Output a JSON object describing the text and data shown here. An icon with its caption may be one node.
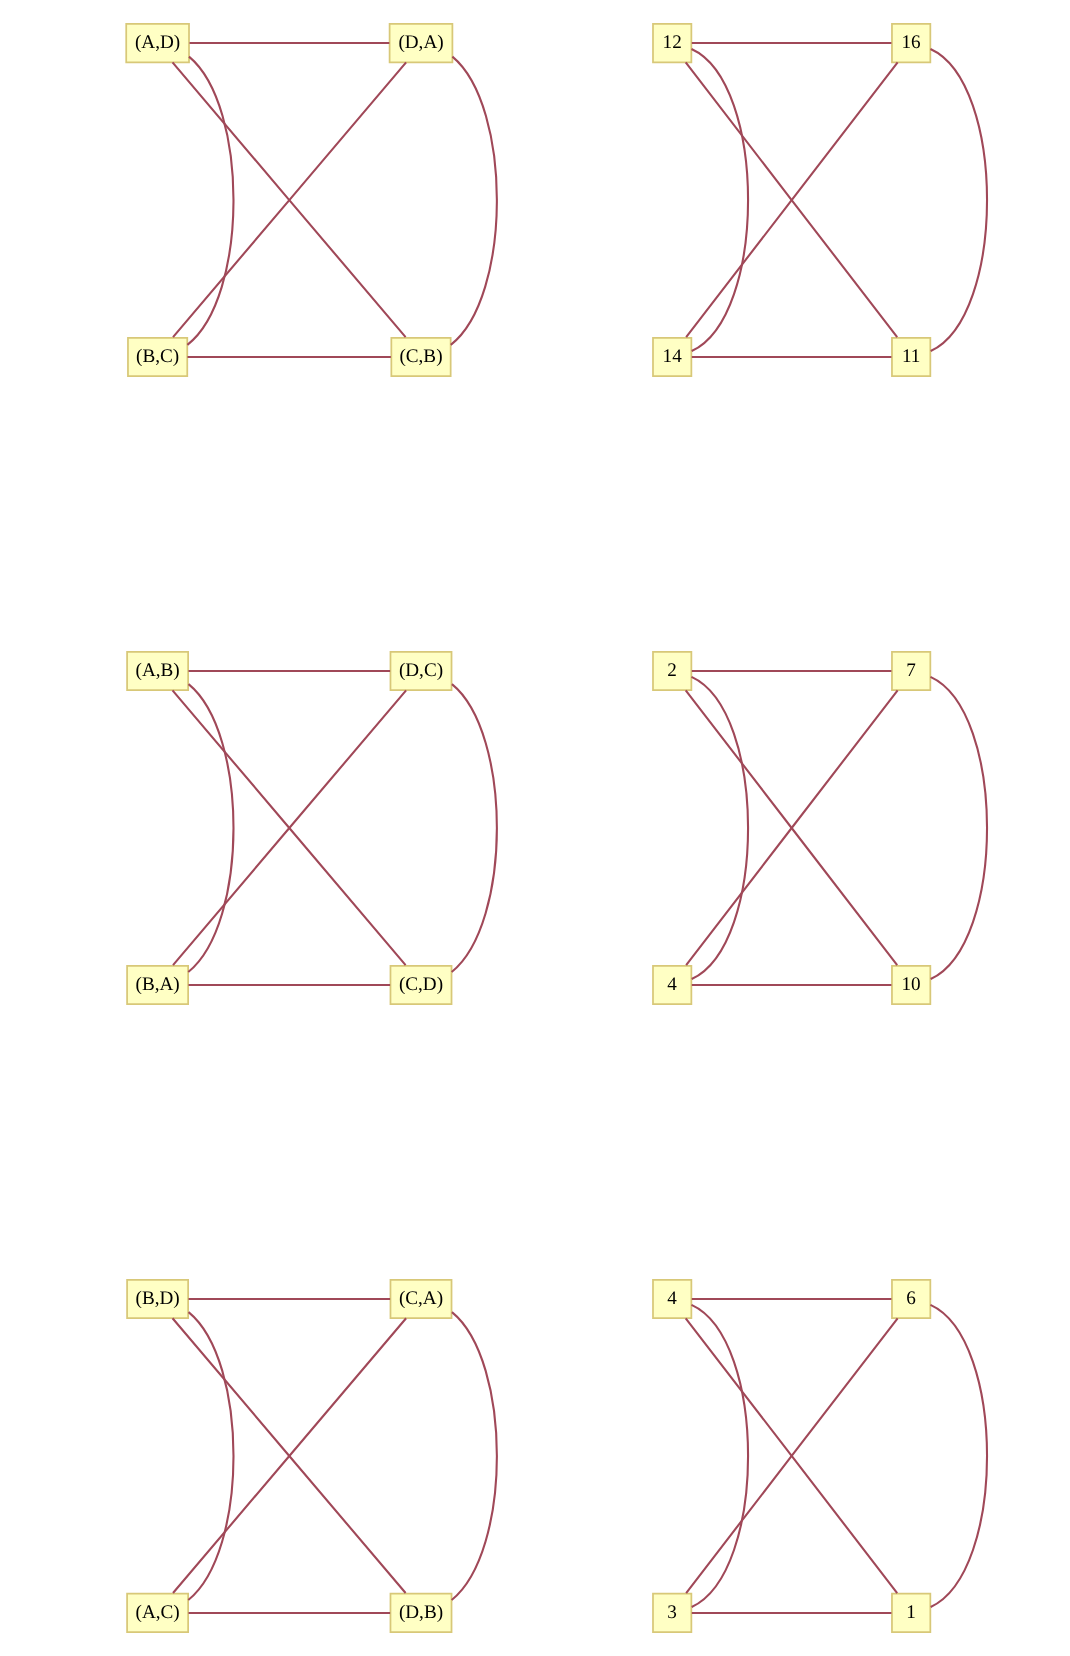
{
  "diagram": {
    "nodes": [
      {
        "text": [
          "(A,D)"
        ]
      },
      {
        "text": [
          "(D,A)"
        ]
      },
      {
        "text": [
          "(B,C)"
        ]
      },
      {
        "text": [
          "(C,B)"
        ]
      },
      {
        "text": [
          "12"
        ]
      },
      {
        "text": [
          "16"
        ]
      },
      {
        "text": [
          "14"
        ]
      },
      {
        "text": [
          "11"
        ]
      },
      {
        "text": [
          "(A,B)"
        ]
      },
      {
        "text": [
          "(D,C)"
        ]
      },
      {
        "text": [
          "(B,A)"
        ]
      },
      {
        "text": [
          "(C,D)"
        ]
      },
      {
        "text": [
          "2"
        ]
      },
      {
        "text": [
          "7"
        ]
      },
      {
        "text": [
          "4"
        ]
      },
      {
        "text": [
          "10"
        ]
      },
      {
        "text": [
          "(B,D)"
        ]
      },
      {
        "text": [
          "(C,A)"
        ]
      },
      {
        "text": [
          "(A,C)"
        ]
      },
      {
        "text": [
          "(D,B)"
        ]
      },
      {
        "text": [
          "4"
        ]
      },
      {
        "text": [
          "6"
        ]
      },
      {
        "text": [
          "3"
        ]
      },
      {
        "text": [
          "1"
        ]
      }
    ],
    "edges": [
      {
        "from": 0,
        "to": 1,
        "arrow": "none"
      },
      {
        "from": 0,
        "to": 2,
        "arrow": "none"
      },
      {
        "from": 0,
        "to": 3,
        "arrow": "none"
      },
      {
        "from": 1,
        "to": 2,
        "arrow": "none"
      },
      {
        "from": 1,
        "to": 3,
        "arrow": "none"
      },
      {
        "from": 2,
        "to": 3,
        "arrow": "none"
      },
      {
        "from": 4,
        "to": 5,
        "arrow": "none"
      },
      {
        "from": 4,
        "to": 6,
        "arrow": "none"
      },
      {
        "from": 4,
        "to": 7,
        "arrow": "none"
      },
      {
        "from": 5,
        "to": 6,
        "arrow": "none"
      },
      {
        "from": 5,
        "to": 7,
        "arrow": "none"
      },
      {
        "from": 6,
        "to": 7,
        "arrow": "none"
      },
      {
        "from": 8,
        "to": 9,
        "arrow": "none"
      },
      {
        "from": 8,
        "to": 10,
        "arrow": "none"
      },
      {
        "from": 8,
        "to": 11,
        "arrow": "none"
      },
      {
        "from": 9,
        "to": 10,
        "arrow": "none"
      },
      {
        "from": 9,
        "to": 11,
        "arrow": "none"
      },
      {
        "from": 10,
        "to": 11,
        "arrow": "none"
      },
      {
        "from": 12,
        "to": 13,
        "arrow": "none"
      },
      {
        "from": 12,
        "to": 14,
        "arrow": "none"
      },
      {
        "from": 12,
        "to": 15,
        "arrow": "none"
      },
      {
        "from": 13,
        "to": 14,
        "arrow": "none"
      },
      {
        "from": 13,
        "to": 15,
        "arrow": "none"
      },
      {
        "from": 14,
        "to": 15,
        "arrow": "none"
      },
      {
        "from": 16,
        "to": 17,
        "arrow": "none"
      },
      {
        "from": 16,
        "to": 18,
        "arrow": "none"
      },
      {
        "from": 16,
        "to": 19,
        "arrow": "none"
      },
      {
        "from": 17,
        "to": 18,
        "arrow": "none"
      },
      {
        "from": 17,
        "to": 19,
        "arrow": "none"
      },
      {
        "from": 18,
        "to": 19,
        "arrow": "none"
      },
      {
        "from": 20,
        "to": 21,
        "arrow": "none"
      },
      {
        "from": 20,
        "to": 22,
        "arrow": "none"
      },
      {
        "from": 20,
        "to": 23,
        "arrow": "none"
      },
      {
        "from": 21,
        "to": 22,
        "arrow": "none"
      },
      {
        "from": 21,
        "to": 23,
        "arrow": "none"
      },
      {
        "from": 22,
        "to": 23,
        "arrow": "none"
      }
    ]
  }
}
